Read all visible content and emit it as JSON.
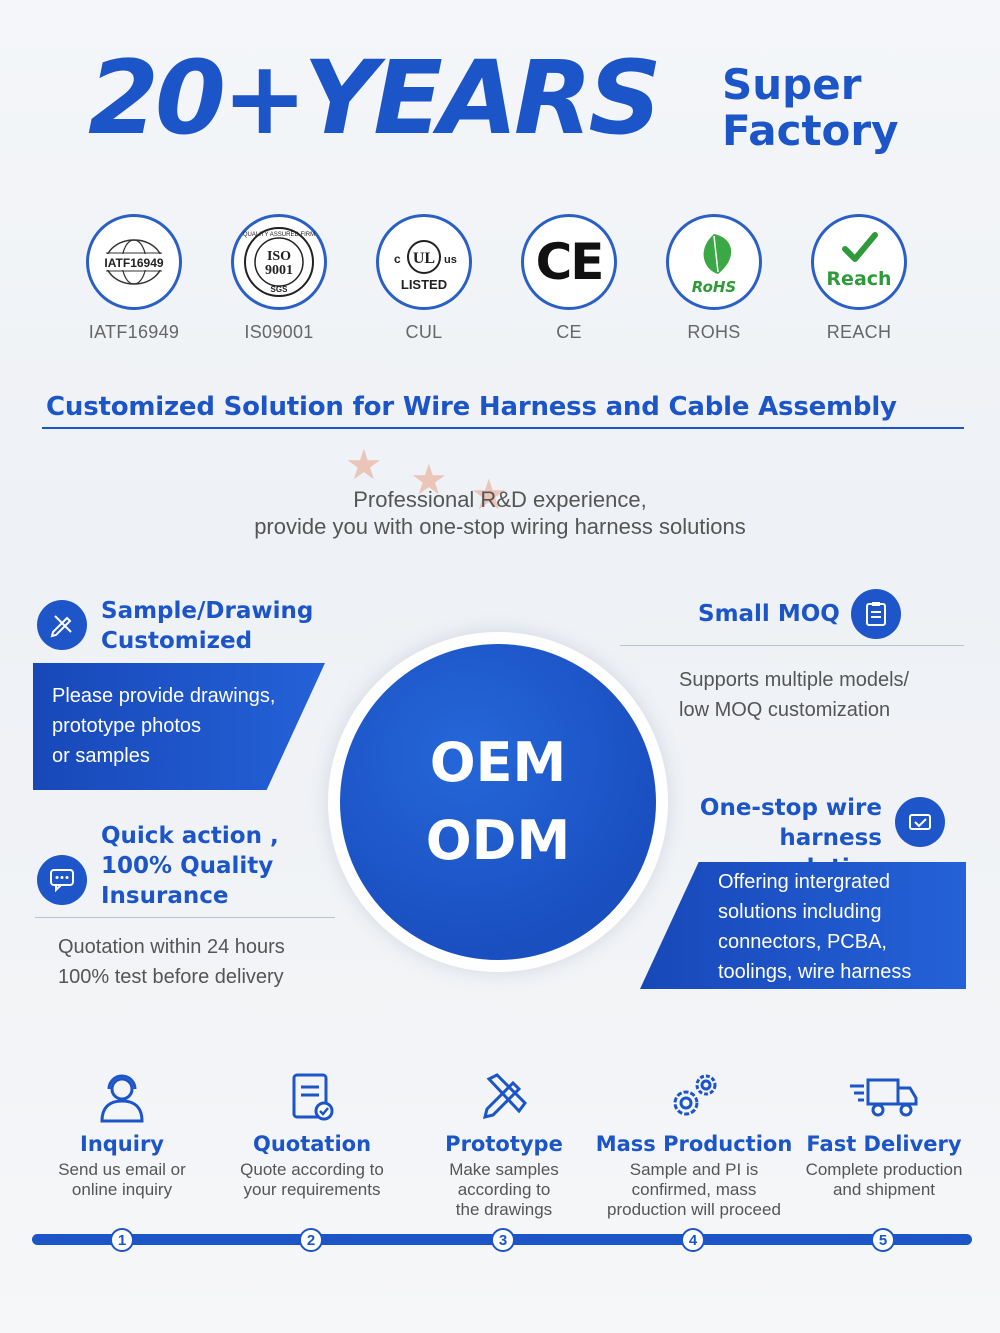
{
  "header": {
    "big_title": "20+YEARS",
    "side_line1": "Super",
    "side_line2": "Factory"
  },
  "certifications": [
    {
      "label": "IATF16949",
      "badge_text": "IATF16949",
      "icon": "globe-icon"
    },
    {
      "label": "IS09001",
      "badge_text": "ISO 9001",
      "sub_text": "SGS",
      "ring_text": "QUALITY ASSURED FIRM",
      "icon": "iso-seal-icon"
    },
    {
      "label": "CUL",
      "badge_c": "c",
      "badge_ul": "UL",
      "badge_us": "us",
      "badge_text": "LISTED",
      "icon": "ul-listed-icon"
    },
    {
      "label": "CE",
      "badge_text": "CE",
      "icon": "ce-mark-icon"
    },
    {
      "label": "ROHS",
      "badge_text": "RoHS",
      "icon": "leaf-icon"
    },
    {
      "label": "REACH",
      "badge_text": "Reach",
      "icon": "checkmark-icon"
    }
  ],
  "solution_heading": "Customized Solution for Wire Harness and Cable Assembly",
  "intro": {
    "line1": "Professional R&D experience,",
    "line2": "provide you with one-stop wiring harness solutions"
  },
  "center": {
    "line1": "OEM",
    "line2": "ODM"
  },
  "features": {
    "sample": {
      "title1": "Sample/Drawing",
      "title2": "Customized",
      "box1": "Please provide drawings,",
      "box2": "prototype photos",
      "box3": "or samples",
      "icon": "pencil-ruler-icon"
    },
    "quick": {
      "title1": "Quick action ,",
      "title2": "100% Quality",
      "title3": "Insurance",
      "text1": "Quotation within 24 hours",
      "text2": "100% test before delivery",
      "icon": "chat-icon"
    },
    "moq": {
      "title": "Small MOQ",
      "text1": "Supports multiple models/",
      "text2": "low MOQ customization",
      "icon": "clipboard-icon"
    },
    "onestop": {
      "title1": "One-stop wire",
      "title2": "harness solution",
      "box1": "Offering intergrated",
      "box2": "solutions including",
      "box3": "connectors, PCBA,",
      "box4": "toolings, wire harness",
      "icon": "cart-icon"
    }
  },
  "steps": [
    {
      "num": "1",
      "title": "Inquiry",
      "desc1": "Send us email or",
      "desc2": "online inquiry",
      "desc3": "",
      "icon": "headset-user-icon"
    },
    {
      "num": "2",
      "title": "Quotation",
      "desc1": "Quote according to",
      "desc2": "your requirements",
      "desc3": "",
      "icon": "document-check-icon"
    },
    {
      "num": "3",
      "title": "Prototype",
      "desc1": "Make samples",
      "desc2": "according to",
      "desc3": "the drawings",
      "icon": "pencil-ruler-icon"
    },
    {
      "num": "4",
      "title": "Mass Production",
      "desc1": "Sample and PI is",
      "desc2": "confirmed, mass",
      "desc3": "production will proceed",
      "icon": "gears-icon"
    },
    {
      "num": "5",
      "title": "Fast Delivery",
      "desc1": "Complete production",
      "desc2": "and shipment",
      "desc3": "",
      "icon": "delivery-truck-icon"
    }
  ],
  "colors": {
    "brand_blue": "#1c55c8",
    "text_gray": "#555555"
  }
}
